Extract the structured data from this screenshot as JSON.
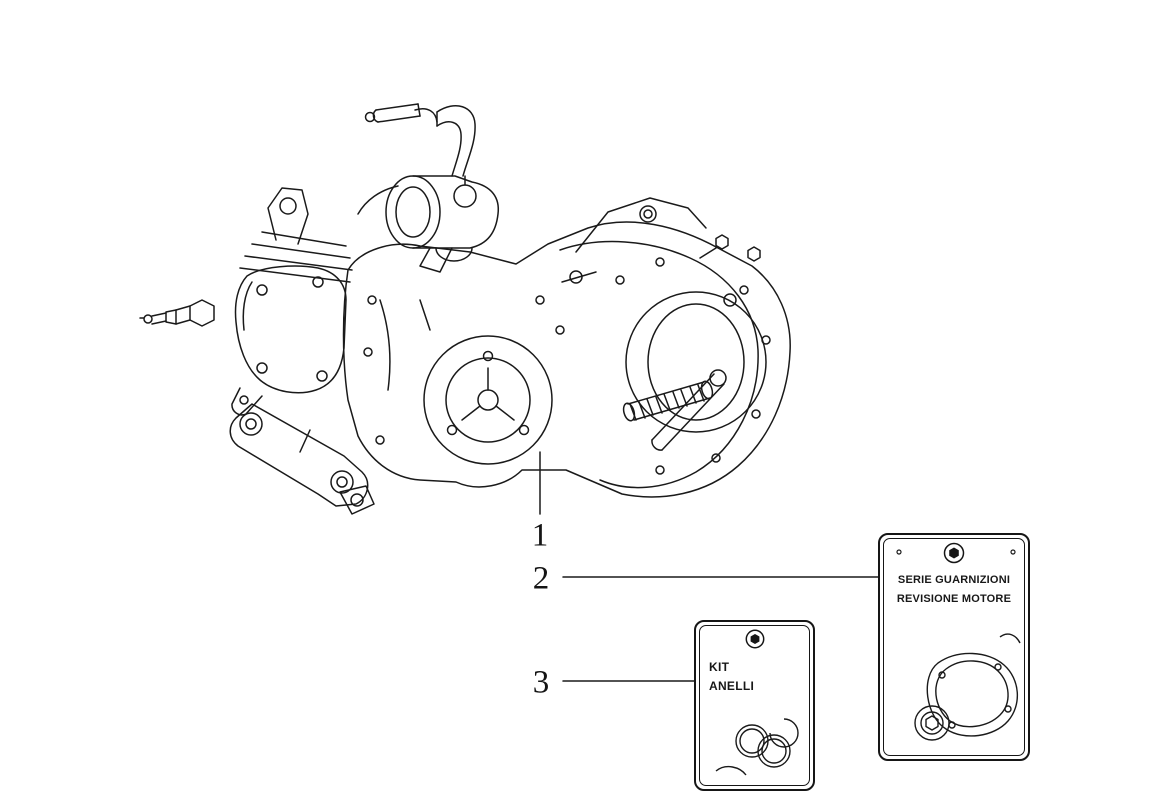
{
  "colors": {
    "background": "#ffffff",
    "line": "#1a1a1a"
  },
  "callouts": [
    {
      "label": "1"
    },
    {
      "label": "2"
    },
    {
      "label": "3"
    }
  ],
  "kits": [
    {
      "name": "gasket-kit",
      "lines": [
        "SERIE GUARNIZIONI",
        "REVISIONE MOTORE"
      ]
    },
    {
      "name": "ring-kit",
      "lines": [
        "KIT",
        "ANELLI"
      ]
    }
  ],
  "icons": {
    "kit_seal": "hex-bolt-icon"
  }
}
